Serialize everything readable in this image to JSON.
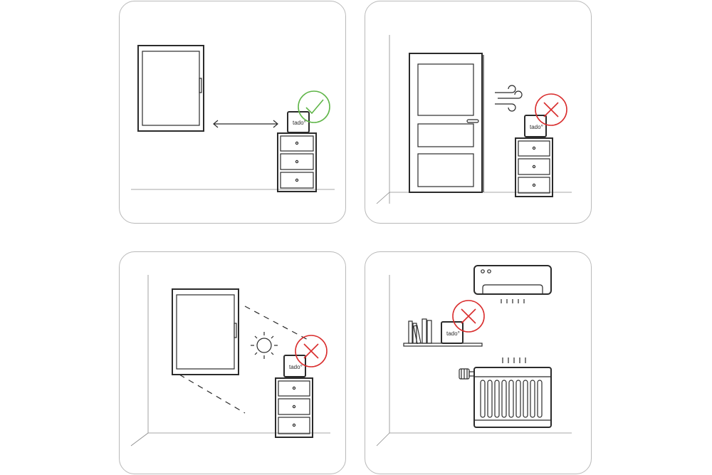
{
  "device": {
    "brand_label": "tado°"
  },
  "colors": {
    "ok": "#5fb548",
    "bad": "#d92d2d",
    "ink": "#2b2b2b",
    "panel_border": "#b9b9b9"
  },
  "panels": [
    {
      "id": "correct-placement",
      "status_icon": "check-icon",
      "status": "ok"
    },
    {
      "id": "near-door-draught",
      "status_icon": "cross-icon",
      "status": "bad"
    },
    {
      "id": "direct-sunlight",
      "status_icon": "cross-icon",
      "status": "bad"
    },
    {
      "id": "near-heat-sources",
      "status_icon": "cross-icon",
      "status": "bad"
    }
  ]
}
